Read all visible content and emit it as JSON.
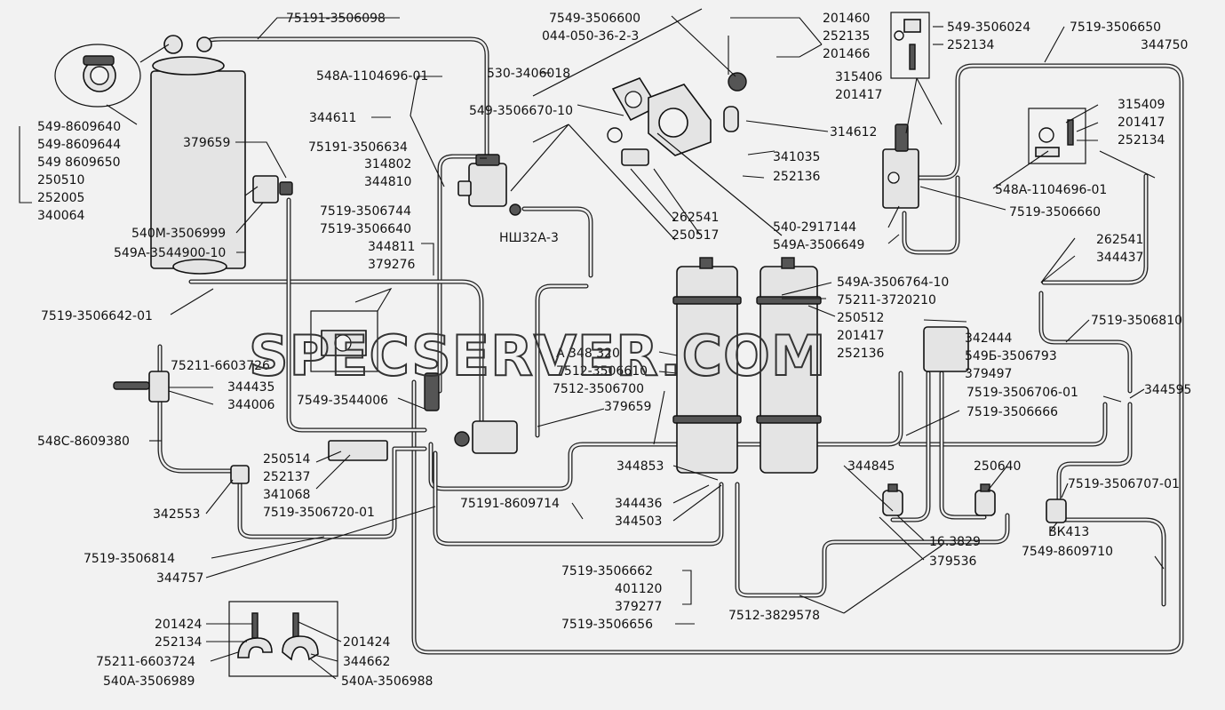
{
  "watermark": "SPECSERVER.COM",
  "labels": {
    "l_75191_3506098": "75191-3506098",
    "l_549_8609640": "549-8609640",
    "l_549_8609644": "549-8609644",
    "l_549_8609650": "549 8609650",
    "l_250510": "250510",
    "l_252005": "252005",
    "l_340064": "340064",
    "l_379659_a": "379659",
    "l_540M_3506999": "540M-3506999",
    "l_549A_3544900_10": "549A-3544900-10",
    "l_548A_1104696_01_a": "548A-1104696-01",
    "l_344611": "344611",
    "l_75191_3506634": "75191-3506634",
    "l_314802": "314802",
    "l_344810": "344810",
    "l_7519_3506744": "7519-3506744",
    "l_7519_3506640": "7519-3506640",
    "l_344811": "344811",
    "l_379276": "379276",
    "l_7519_3506642_01": "7519-3506642-01",
    "l_75211_6603726": "75211-6603726",
    "l_344435": "344435",
    "l_344006": "344006",
    "l_7549_3544006": "7549-3544006",
    "l_548C_8609380": "548C-8609380",
    "l_250514": "250514",
    "l_252137": "252137",
    "l_341068": "341068",
    "l_342553": "342553",
    "l_7519_3506720_01": "7519-3506720-01",
    "l_7519_3506814": "7519-3506814",
    "l_344757": "344757",
    "l_201424_a": "201424",
    "l_252134_a": "252134",
    "l_75211_6603724": "75211-6603724",
    "l_540A_3506989": "540A-3506989",
    "l_201424_b": "201424",
    "l_344662": "344662",
    "l_540A_3506988": "540A-3506988",
    "l_7549_3506600": "7549-3506600",
    "l_044_050_36_2_3": "044-050-36-2-3",
    "l_530_3406018": "530-3406018",
    "l_549_3506670_10": "549-3506670-10",
    "l_201460": "201460",
    "l_252135": "252135",
    "l_201466": "201466",
    "l_314612": "314612",
    "l_341035": "341035",
    "l_252136": "252136",
    "l_262541_a": "262541",
    "l_250517": "250517",
    "l_NSH32A_3": "НШ32А-3",
    "l_549_3506024": "549-3506024",
    "l_252134_b": "252134",
    "l_315406": "315406",
    "l_201417_a": "201417",
    "l_7519_3506650": "7519-3506650",
    "l_344750": "344750",
    "l_315409": "315409",
    "l_201417_b": "201417",
    "l_252134_c": "252134",
    "l_548A_1104696_01_b": "548A-1104696-01",
    "l_7519_3506660": "7519-3506660",
    "l_540_2917144": "540-2917144",
    "l_549A_3506649": "549A-3506649",
    "l_549A_3506764_10": "549A-3506764-10",
    "l_75211_3720210": "75211-3720210",
    "l_250512": "250512",
    "l_201417_c": "201417",
    "l_252136_b": "252136",
    "l_A_348_320": "A 348 320",
    "l_7512_3506610": "7512-3506610",
    "l_7512_3506700": "7512-3506700",
    "l_379659_b": "379659",
    "l_262541_b": "262541",
    "l_344437": "344437",
    "l_7519_3506810": "7519-3506810",
    "l_342444": "342444",
    "l_549B_3506793": "549Б-3506793",
    "l_379497": "379497",
    "l_7519_3506706_01": "7519-3506706-01",
    "l_344595": "344595",
    "l_7519_3506666": "7519-3506666",
    "l_344853": "344853",
    "l_344845": "344845",
    "l_250640": "250640",
    "l_7519_3506707_01": "7519-3506707-01",
    "l_75191_8609714": "75191-8609714",
    "l_344436": "344436",
    "l_344503": "344503",
    "l_16_3829": "16.3829",
    "l_379536": "379536",
    "l_VK413": "ВК413",
    "l_7549_8609710": "7549-8609710",
    "l_7519_3506662": "7519-3506662",
    "l_401120": "401120",
    "l_379277": "379277",
    "l_7519_3506656": "7519-3506656",
    "l_7512_3829578": "7512-3829578"
  }
}
